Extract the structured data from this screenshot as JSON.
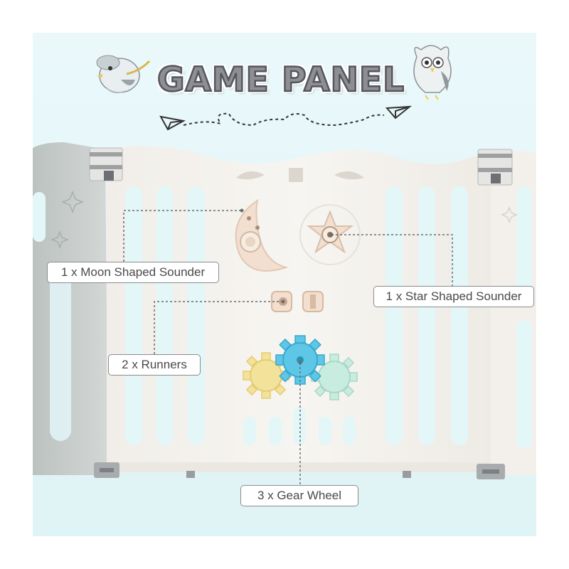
{
  "title": "GAME PANEL",
  "callouts": {
    "moon": "1 x Moon Shaped Sounder",
    "star": "1 x Star Shaped Sounder",
    "runners": "2 x Runners",
    "gears": "3 x Gear Wheel"
  },
  "colors": {
    "background": "#e3f6f8",
    "panel": "#f4f1ec",
    "side_panel": "#c7ccca",
    "gear_yellow": "#f3e29a",
    "gear_blue": "#5ec6e6",
    "gear_mint": "#c9ece1",
    "moon": "#f2dfcf"
  }
}
